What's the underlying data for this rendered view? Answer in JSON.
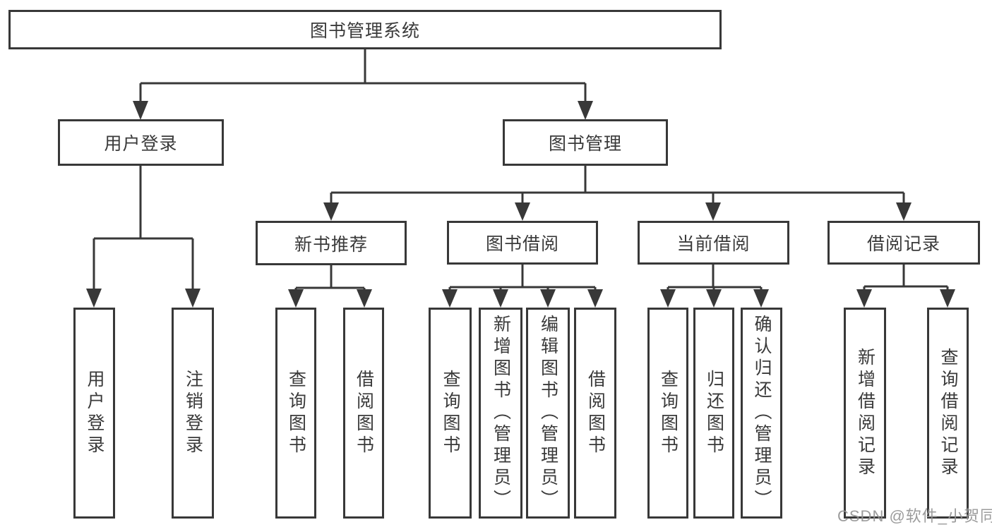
{
  "page": {
    "background_color": "#ffffff",
    "line_color": "#383838",
    "box_text_color": "#3a3a3a",
    "watermark_color": "#949494"
  },
  "watermark": {
    "text": "CSDN @软件_小贺同学"
  },
  "nodes": {
    "root": {
      "label": "图书管理系统"
    },
    "user_login": {
      "label": "用户登录"
    },
    "book_management": {
      "label": "图书管理"
    },
    "new_book_recommend": {
      "label": "新书推荐"
    },
    "book_borrowing": {
      "label": "图书借阅"
    },
    "current_borrowing": {
      "label": "当前借阅"
    },
    "borrowing_records": {
      "label": "借阅记录"
    },
    "leaf_user_login": {
      "label": "用户登录"
    },
    "leaf_logout": {
      "label": "注销登录"
    },
    "leaf_nb_query_books": {
      "label": "查询图书"
    },
    "leaf_nb_borrow_books": {
      "label": "借阅图书"
    },
    "leaf_bb_query_books": {
      "label": "查询图书"
    },
    "leaf_bb_add_books_admin": {
      "label": "新增图书（管理员）"
    },
    "leaf_bb_edit_books_admin": {
      "label": "编辑图书（管理员）"
    },
    "leaf_bb_borrow_books": {
      "label": "借阅图书"
    },
    "leaf_cb_query_books": {
      "label": "查询图书"
    },
    "leaf_cb_return_books": {
      "label": "归还图书"
    },
    "leaf_cb_confirm_return_admin": {
      "label": "确认归还（管理员）"
    },
    "leaf_br_add_record": {
      "label": "新增借阅记录"
    },
    "leaf_br_query_record": {
      "label": "查询借阅记录"
    }
  },
  "hierarchy": {
    "图书管理系统": {
      "用户登录": [
        "用户登录",
        "注销登录"
      ],
      "图书管理": {
        "新书推荐": [
          "查询图书",
          "借阅图书"
        ],
        "图书借阅": [
          "查询图书",
          "新增图书（管理员）",
          "编辑图书（管理员）",
          "借阅图书"
        ],
        "当前借阅": [
          "查询图书",
          "归还图书",
          "确认归还（管理员）"
        ],
        "借阅记录": [
          "新增借阅记录",
          "查询借阅记录"
        ]
      }
    }
  }
}
